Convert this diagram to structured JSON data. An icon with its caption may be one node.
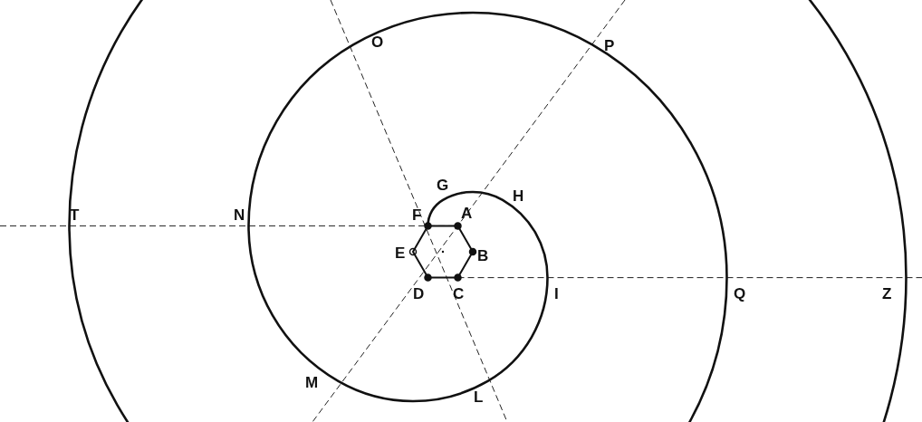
{
  "diagram": {
    "labels": [
      "O",
      "P",
      "G",
      "T",
      "N",
      "F",
      "A",
      "H",
      "E",
      "B",
      "D",
      "C",
      "I",
      "Q",
      "Z",
      "M",
      "L"
    ]
  }
}
